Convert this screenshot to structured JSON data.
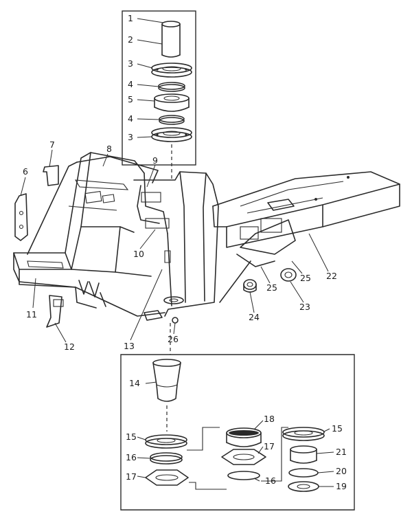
{
  "callouts": [
    {
      "num": "1"
    },
    {
      "num": "2"
    },
    {
      "num": "3"
    },
    {
      "num": "4"
    },
    {
      "num": "5"
    },
    {
      "num": "4"
    },
    {
      "num": "3"
    },
    {
      "num": "7"
    },
    {
      "num": "8"
    },
    {
      "num": "6"
    },
    {
      "num": "9"
    },
    {
      "num": "10"
    },
    {
      "num": "11"
    },
    {
      "num": "12"
    },
    {
      "num": "13"
    },
    {
      "num": "26"
    },
    {
      "num": "24"
    },
    {
      "num": "25"
    },
    {
      "num": "25"
    },
    {
      "num": "23"
    },
    {
      "num": "22"
    },
    {
      "num": "14"
    },
    {
      "num": "15"
    },
    {
      "num": "16"
    },
    {
      "num": "17"
    },
    {
      "num": "18"
    },
    {
      "num": "17"
    },
    {
      "num": "16"
    },
    {
      "num": "15"
    },
    {
      "num": "21"
    },
    {
      "num": "20"
    },
    {
      "num": "19"
    }
  ]
}
